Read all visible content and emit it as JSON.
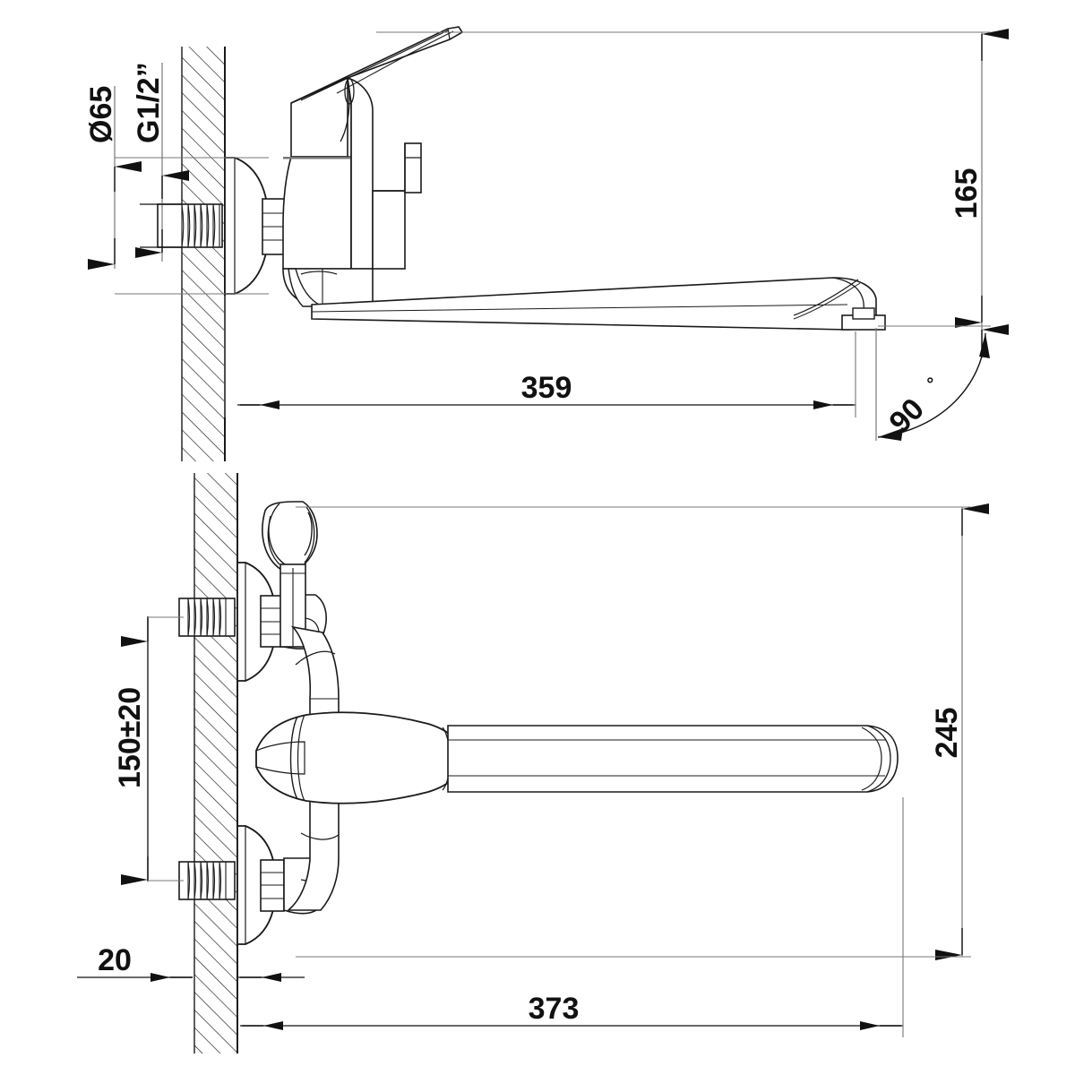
{
  "drawing": {
    "title": "Wall-mounted bath mixer technical drawing",
    "units": "mm",
    "line_color": "#1a1a1a",
    "dim_color": "#111111",
    "background": "#ffffff",
    "views": [
      {
        "name": "side-elevation-view",
        "label": ""
      },
      {
        "name": "front-elevation-view",
        "label": ""
      }
    ]
  },
  "dimensions": {
    "diameter_65": "Ø65",
    "thread_g12": "G1/2”",
    "height_165": "165",
    "reach_359": "359",
    "angle_90": "90",
    "degree_symbol": "°",
    "center_distance_150": "150±20",
    "height_245": "245",
    "wall_thickness_20": "20",
    "width_373": "373"
  }
}
